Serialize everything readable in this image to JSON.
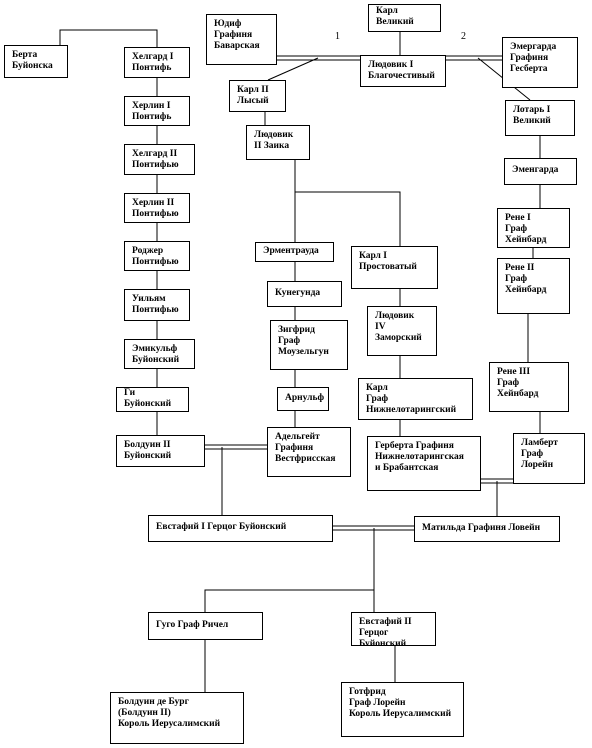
{
  "marks": {
    "first": "1",
    "second": "2"
  },
  "nodes": {
    "berta": "Берта\nБуйонска",
    "helgard1": "Хелгард I\nПонтифь",
    "herlin1": "Херлин I\nПонтифь",
    "helgard2": "Хелгард II\nПонтифью",
    "herlin2": "Херлин II\nПонтифью",
    "roger": "Роджер\nПонтифью",
    "william": "Уильям\nПонтифью",
    "emikulf": "Эмикульф\nБуйонский",
    "guy": "Ги Буйонский",
    "baldwin2": "Болдуин II\nБуйонский",
    "judith": "Юдиф\nГрафиня\nБаварская",
    "charlemagne": "Карл Великий",
    "louis_pious": "Людовик I\nБлагочестивый",
    "ermengarde_hesbaye": "Эмергарда\nГрафиня\nГесберта",
    "charles_bald": "Карл II\nЛысый",
    "lothair": "Лотарь I\nВеликий",
    "louis_stammerer": "Людовик\nII Заика",
    "ermengarde": "Эменгарда",
    "rainer1": "Рене I\nГраф\nХейнбард",
    "ermentrude": "Эрментрауда",
    "charles_simple": "Карл I\nПростоватый",
    "rainer2": "Рене II\nГраф\nХейнбард",
    "kunigunde": "Кунегунда",
    "siegfried": "Зигфрид\nГраф\nМоузельгун",
    "louis4": "Людовик\nIV\nЗаморский",
    "arnulf": "Арнульф",
    "rainer3": "Рене III\nГраф\nХейнбард",
    "charles_lorraine": "Карл\nГраф\nНижнелотарингский",
    "adelaide": "Адельгейт\nГрафиня\nВестфрисская",
    "gerberga": "Герберта Графиня\nНижнелотарингская\nи Брабантская",
    "lambert": "Ламберт\nГраф\nЛорейн",
    "eustace1": "Евстафий I Герцог Буйонский",
    "matilda": "Матильда Графиня Ловейн",
    "hugh": "Гуго Граф Ричел",
    "eustace2": "Евстафий II\nГерцог Буйонский",
    "baldwin_burgh": "Болдуин де Бург\n(Болдуин II)\nКороль Иерусалимский",
    "godfrey": "Готфрид\nГраф Лорейн\nКороль Иерусалимский"
  }
}
